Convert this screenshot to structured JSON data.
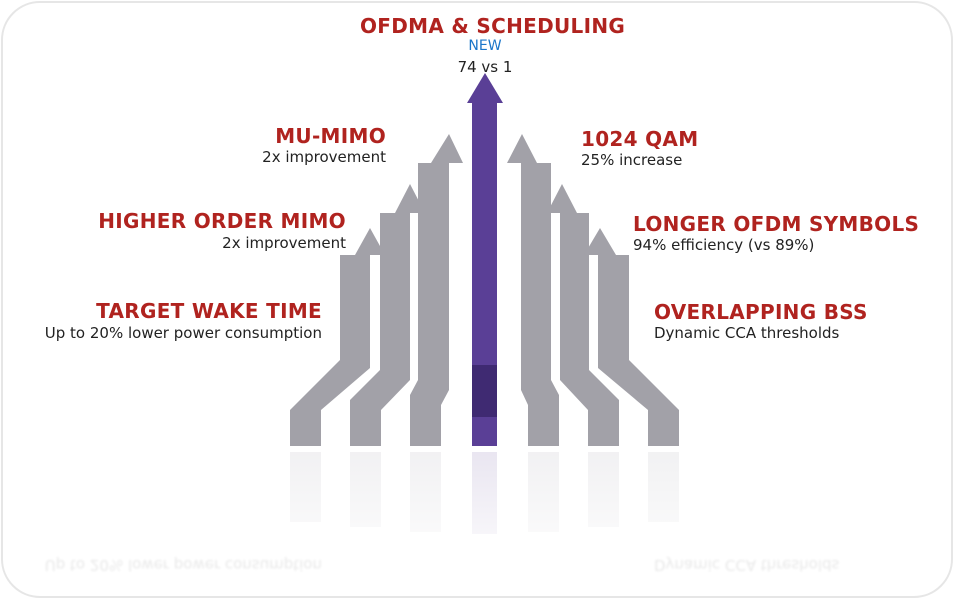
{
  "center": {
    "title": "OFDMA & SCHEDULING",
    "badge": "NEW",
    "detail": "74 vs 1"
  },
  "features_left": [
    {
      "title": "MU-MIMO",
      "detail": "2x improvement"
    },
    {
      "title": "HIGHER ORDER MIMO",
      "detail": "2x improvement"
    },
    {
      "title": "TARGET WAKE TIME",
      "detail": "Up to 20% lower  power consumption"
    }
  ],
  "features_right": [
    {
      "title": "1024 QAM",
      "detail": "25% increase"
    },
    {
      "title": "LONGER OFDM SYMBOLS",
      "detail": "94% efficiency (vs 89%)"
    },
    {
      "title": "OVERLAPPING BSS",
      "detail": "Dynamic CCA thresholds"
    }
  ],
  "colors": {
    "title": "#b0231f",
    "badge": "#1a75c9",
    "gray_arrow": "#a2a1a8",
    "purple_arrow": "#5a3f96",
    "purple_dark": "#3f2a72"
  }
}
